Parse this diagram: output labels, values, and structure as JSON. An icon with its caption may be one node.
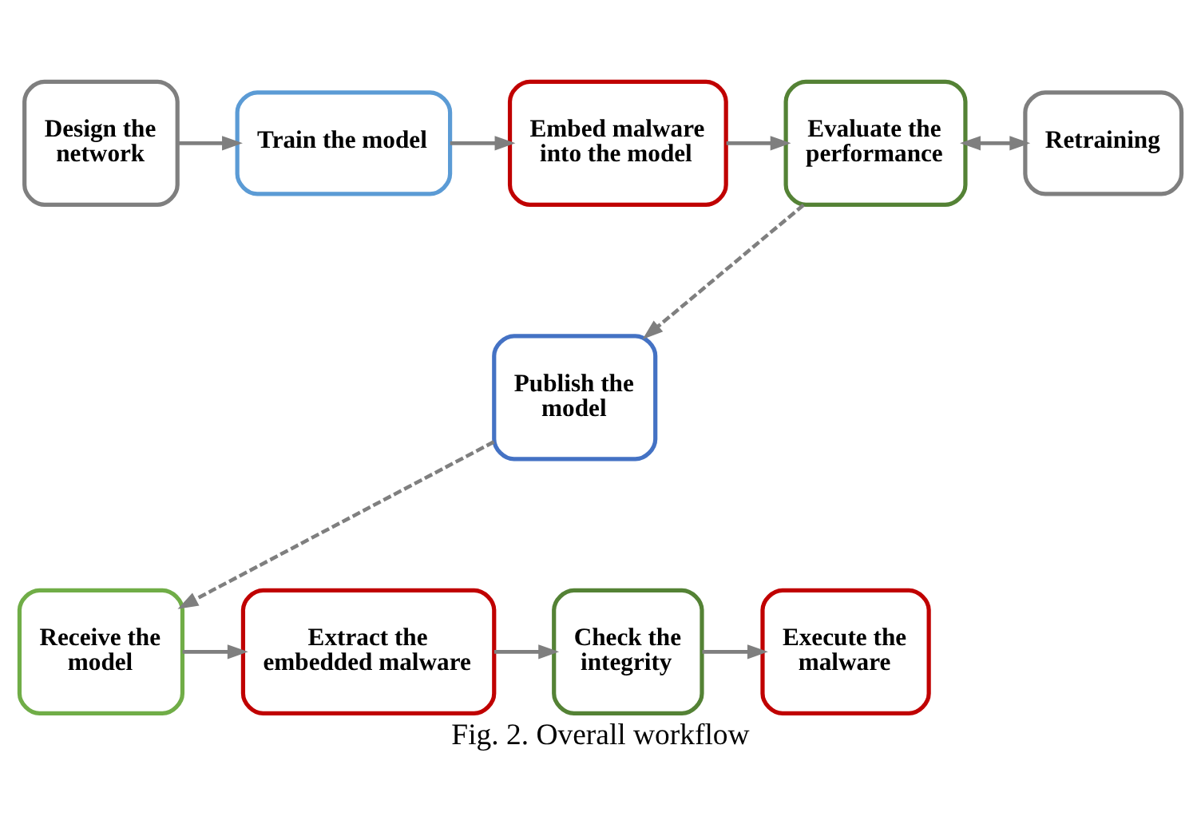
{
  "diagram": {
    "caption": "Fig. 2. Overall workflow",
    "nodes": [
      {
        "text": [
          "Design the network"
        ]
      },
      {
        "text": [
          "Train the model"
        ]
      },
      {
        "text": [
          "Embed malware into the model"
        ]
      },
      {
        "text": [
          "Evaluate the performance"
        ]
      },
      {
        "text": [
          "Retraining"
        ]
      },
      {
        "text": [
          "Publish the model"
        ]
      },
      {
        "text": [
          "Receive the model"
        ]
      },
      {
        "text": [
          "Extract the embedded malware"
        ]
      },
      {
        "text": [
          "Check the integrity"
        ]
      },
      {
        "text": [
          "Execute the malware"
        ]
      }
    ],
    "edges": [
      {
        "from": 0,
        "to": 1,
        "arrow": "to"
      },
      {
        "from": 1,
        "to": 2,
        "arrow": "to"
      },
      {
        "from": 2,
        "to": 3,
        "arrow": "to"
      },
      {
        "from": 3,
        "to": 4,
        "arrow": "both"
      },
      {
        "from": 3,
        "to": 5,
        "arrow": "to",
        "style": "dashed"
      },
      {
        "from": 5,
        "to": 6,
        "arrow": "to",
        "style": "dashed"
      },
      {
        "from": 6,
        "to": 7,
        "arrow": "to"
      },
      {
        "from": 7,
        "to": 8,
        "arrow": "to"
      },
      {
        "from": 8,
        "to": 9,
        "arrow": "to"
      }
    ]
  }
}
